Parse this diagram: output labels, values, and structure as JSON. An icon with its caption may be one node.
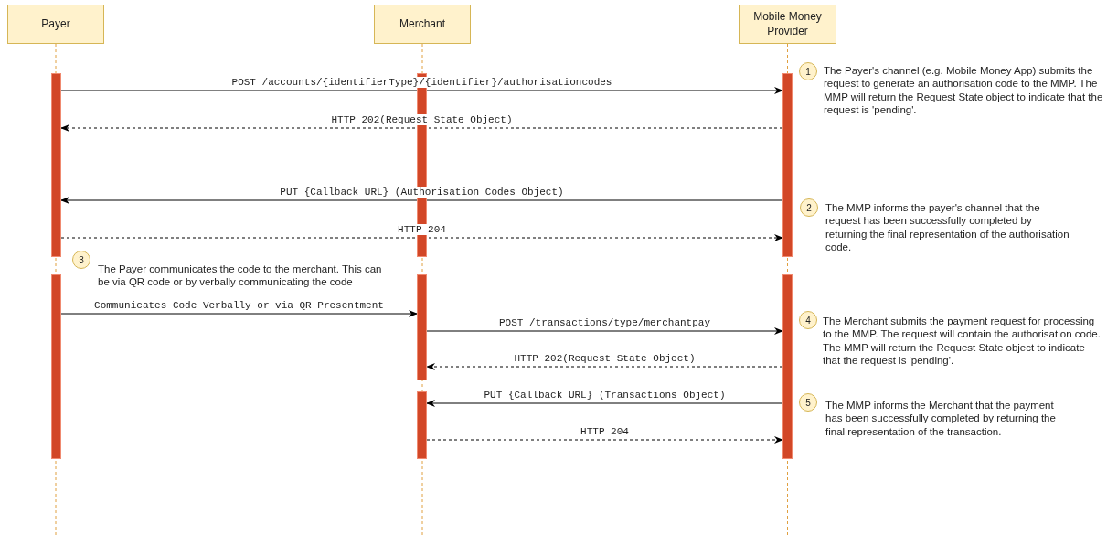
{
  "diagram": {
    "nodes": [
      {
        "text": [
          "Payer"
        ]
      },
      {
        "text": [
          "Merchant"
        ]
      },
      {
        "text": [
          "Mobile Money Provider"
        ]
      },
      {
        "text": [],
        "shape": "bar"
      },
      {
        "text": [],
        "shape": "bar"
      },
      {
        "text": [],
        "shape": "bar"
      },
      {
        "text": [],
        "shape": "bar"
      },
      {
        "text": [],
        "shape": "bar"
      },
      {
        "text": [],
        "shape": "bar"
      },
      {
        "text": [],
        "shape": "bar"
      },
      {
        "text": [
          "1"
        ],
        "beside": [
          "The Payer's channel (e.g. Mobile Money App) submits the request to generate an authorisation code to the MMP. The MMP will return the Request State object to indicate that the request is 'pending'."
        ]
      },
      {
        "text": [
          "2"
        ],
        "beside": [
          "The MMP informs the payer's channel that the request has been successfully completed by returning the final representation of the authorisation code."
        ]
      },
      {
        "text": [
          "3"
        ],
        "beside": [
          "The Payer communicates the code to the merchant. This can be via QR code or by verbally communicating the code"
        ]
      },
      {
        "text": [
          "4"
        ],
        "beside": [
          "The Merchant submits the payment request for processing to the MMP. The request will contain the authorisation code. The MMP will return the Request State object to indicate that the request is 'pending'."
        ]
      },
      {
        "text": [
          "5"
        ],
        "beside": [
          "The MMP informs the Merchant that the payment has been successfully completed by returning the final representation of the transaction."
        ]
      }
    ],
    "edges": [
      {
        "from": 3,
        "to": 5,
        "arrow": "to",
        "label": "POST /accounts/{identifierType}/{identifier}/authorisationcodes"
      },
      {
        "from": 5,
        "to": 3,
        "arrow": "to",
        "style": "dashed",
        "label": "HTTP 202(Request State Object)"
      },
      {
        "from": 5,
        "to": 3,
        "arrow": "to",
        "label": "PUT {Callback URL} (Authorisation Codes Object)"
      },
      {
        "from": 3,
        "to": 5,
        "arrow": "to",
        "style": "dashed",
        "label": "HTTP 204"
      },
      {
        "from": 6,
        "to": 7,
        "arrow": "to",
        "label": "Communicates Code Verbally or via QR Presentment"
      },
      {
        "from": 7,
        "to": 9,
        "arrow": "to",
        "label": "POST /transactions/type/merchantpay"
      },
      {
        "from": 9,
        "to": 7,
        "arrow": "to",
        "style": "dashed",
        "label": "HTTP 202(Request State Object)"
      },
      {
        "from": 9,
        "to": 8,
        "arrow": "to",
        "label": "PUT {Callback URL} (Transactions Object)"
      },
      {
        "from": 8,
        "to": 9,
        "arrow": "to",
        "style": "dashed",
        "label": "HTTP 204"
      }
    ]
  }
}
